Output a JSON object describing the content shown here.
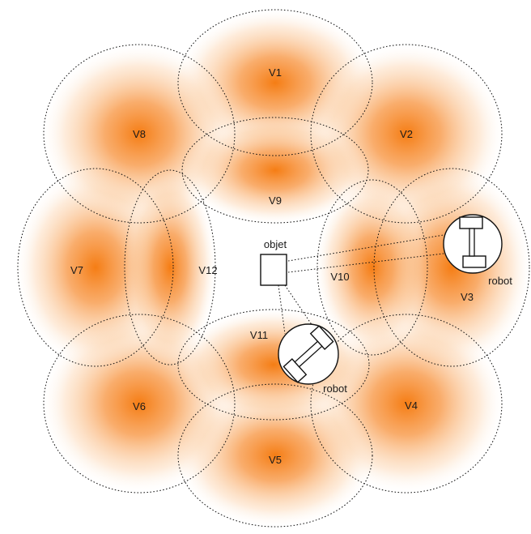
{
  "zones": [
    {
      "id": "V1",
      "label": "V1"
    },
    {
      "id": "V2",
      "label": "V2"
    },
    {
      "id": "V3",
      "label": "V3"
    },
    {
      "id": "V4",
      "label": "V4"
    },
    {
      "id": "V5",
      "label": "V5"
    },
    {
      "id": "V6",
      "label": "V6"
    },
    {
      "id": "V7",
      "label": "V7"
    },
    {
      "id": "V8",
      "label": "V8"
    },
    {
      "id": "V9",
      "label": "V9"
    },
    {
      "id": "V10",
      "label": "V10"
    },
    {
      "id": "V11",
      "label": "V11"
    },
    {
      "id": "V12",
      "label": "V12"
    }
  ],
  "object": {
    "label": "objet"
  },
  "robots": [
    {
      "label": "robot"
    },
    {
      "label": "robot"
    }
  ],
  "colors": {
    "zone_center": "#f57d14",
    "zone_edge": "#ffffff",
    "outline": "#111111"
  }
}
